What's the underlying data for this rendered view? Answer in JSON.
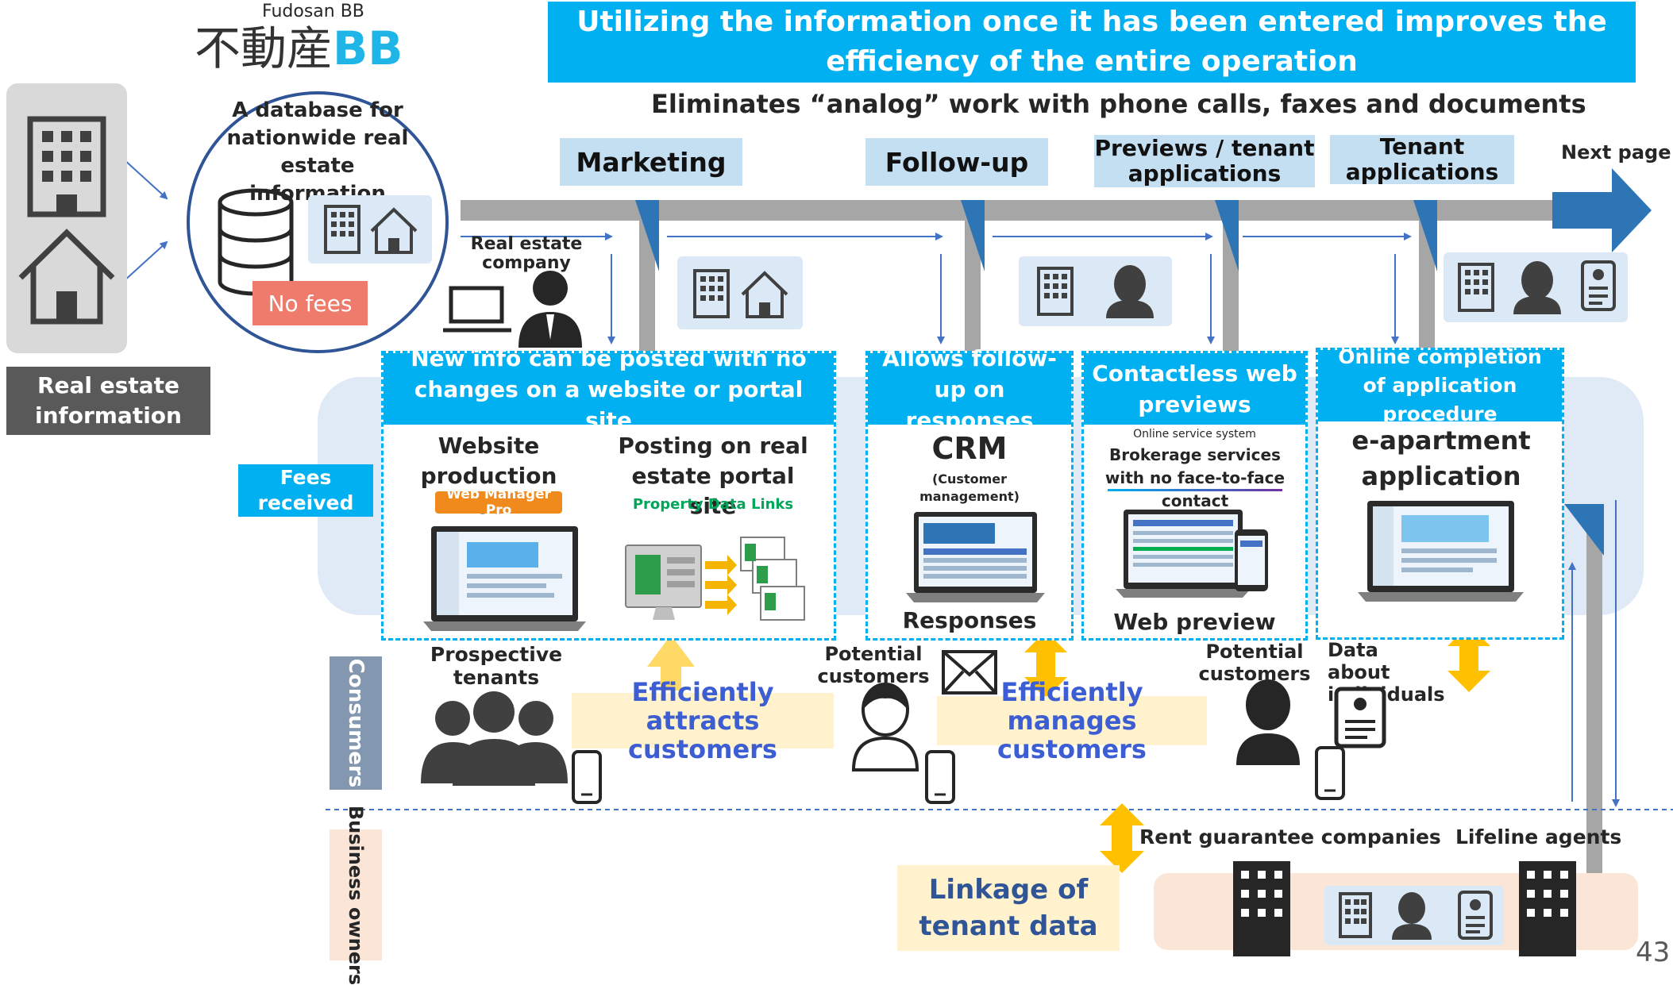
{
  "brand": {
    "small_label": "Fudosan BB",
    "logo_kanji": "不動産",
    "logo_latin": "BB"
  },
  "banner": {
    "title": "Utilizing the information once it has been entered improves the efficiency of the entire operation"
  },
  "subtitle": "Eliminates “analog” work with phone calls, faxes and documents",
  "phases": [
    "Marketing",
    "Follow-up",
    "Previews / tenant applications",
    "Tenant applications"
  ],
  "next_page": "Next page",
  "database": {
    "description": "A database for nationwide real estate information",
    "fee_badge": "No fees"
  },
  "real_estate_information": "Real estate information",
  "real_estate_company": "Real estate company",
  "fees_received": "Fees received",
  "panels": {
    "post": {
      "header": "New info can be posted with no changes on a website or portal site",
      "tool1_title": "Website production tool",
      "tool1_logo": "Web Manager Pro",
      "tool2_title": "Posting on real estate portal site",
      "tool2_sub": "Property Data Links"
    },
    "crm": {
      "header": "Allows follow-up on responses",
      "title": "CRM",
      "sub": "(Customer management)",
      "footer": "Responses"
    },
    "web": {
      "header": "Contactless web previews",
      "small": "Online service system",
      "desc": "Brokerage services with no face-to-face contact",
      "footer": "Web preview"
    },
    "apply": {
      "header": "Online completion of application procedure",
      "title": "e-apartment application"
    }
  },
  "consumers": {
    "band_label": "Consumers",
    "prospective": "Prospective tenants",
    "potential_1": "Potential customers",
    "potential_2": "Potential customers",
    "data_individuals": "Data about individuals",
    "attracts": "Efficiently attracts customers",
    "manages": "Efficiently manages customers"
  },
  "owners": {
    "band_label": "Business owners",
    "linkage": "Linkage of tenant data",
    "rent_guarantee": "Rent guarantee companies",
    "lifeline": "Lifeline agents"
  },
  "page_number": "43",
  "colors": {
    "accent_cyan": "#00b0f0",
    "arrow_blue": "#2e75b6",
    "dark_blue": "#1f4e79",
    "fee_red": "#ee7b6c",
    "gold": "#ffc000",
    "gray_band": "#8497b0"
  }
}
